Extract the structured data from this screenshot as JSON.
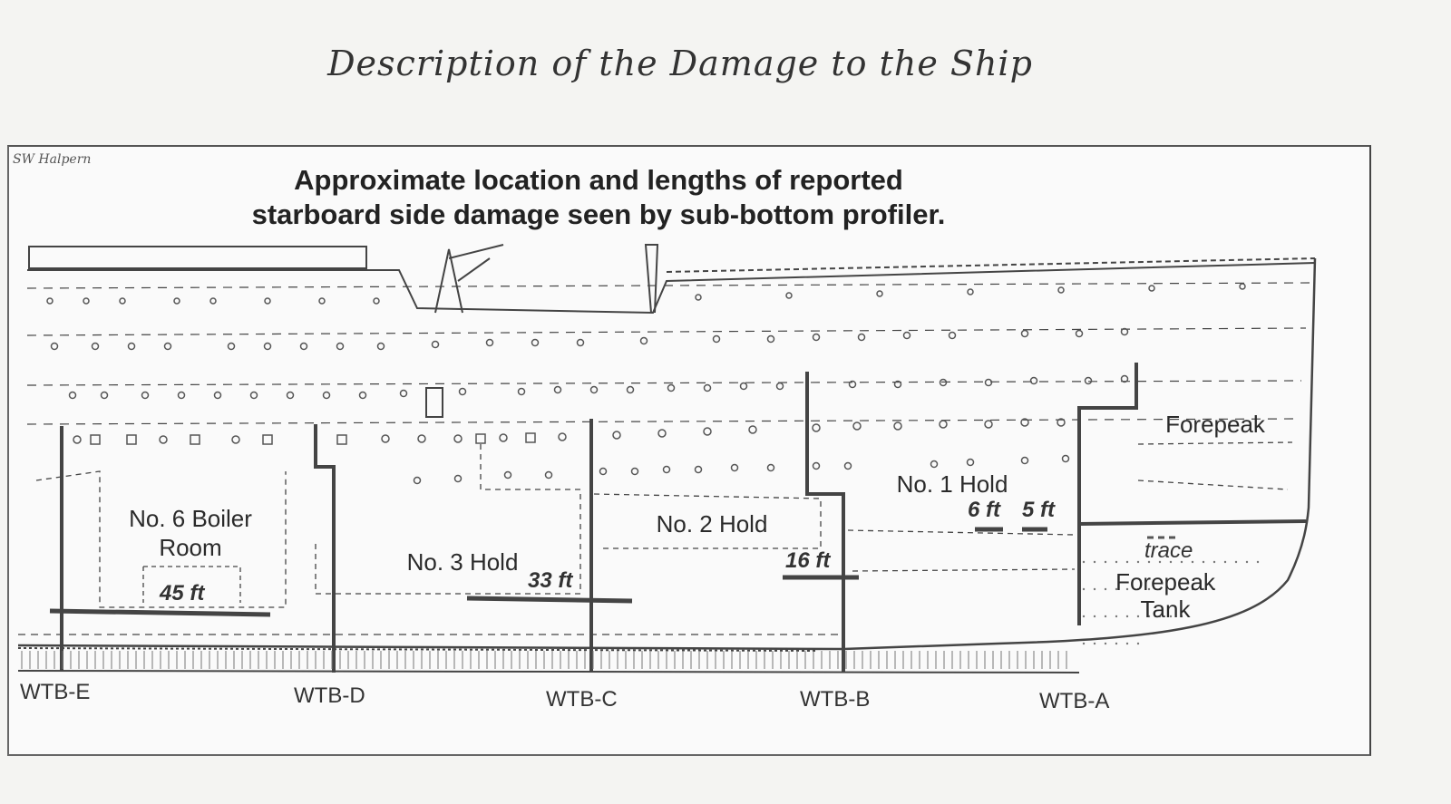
{
  "page_title": "Description of the Damage to the Ship",
  "figure": {
    "signature": "SW Halpern",
    "title_lines": [
      "Approximate location and lengths of reported",
      "starboard side damage seen by sub-bottom profiler."
    ],
    "spaces": {
      "boiler_room": [
        "No. 6 Boiler",
        "Room"
      ],
      "hold_3": "No. 3 Hold",
      "hold_2": "No. 2 Hold",
      "hold_1": "No. 1 Hold",
      "forepeak": "Forepeak",
      "forepeak_tank": [
        "Forepeak",
        "Tank"
      ]
    },
    "damage": [
      {
        "location": "No. 6 Boiler Room",
        "label": "45 ft",
        "length_ft": 45
      },
      {
        "location": "No. 3 Hold",
        "label": "33 ft",
        "length_ft": 33
      },
      {
        "location": "No. 2 Hold",
        "label": "16 ft",
        "length_ft": 16
      },
      {
        "location": "No. 1 Hold",
        "label": "6 ft",
        "length_ft": 6
      },
      {
        "location": "No. 1 Hold",
        "label": "5 ft",
        "length_ft": 5
      },
      {
        "location": "Forepeak Tank",
        "label": "trace",
        "length_ft": null
      }
    ],
    "bulkheads": [
      "WTB-E",
      "WTB-D",
      "WTB-C",
      "WTB-B",
      "WTB-A"
    ]
  },
  "colors": {
    "ink": "#333333",
    "paper": "#fafafa",
    "damage": "#444444"
  }
}
